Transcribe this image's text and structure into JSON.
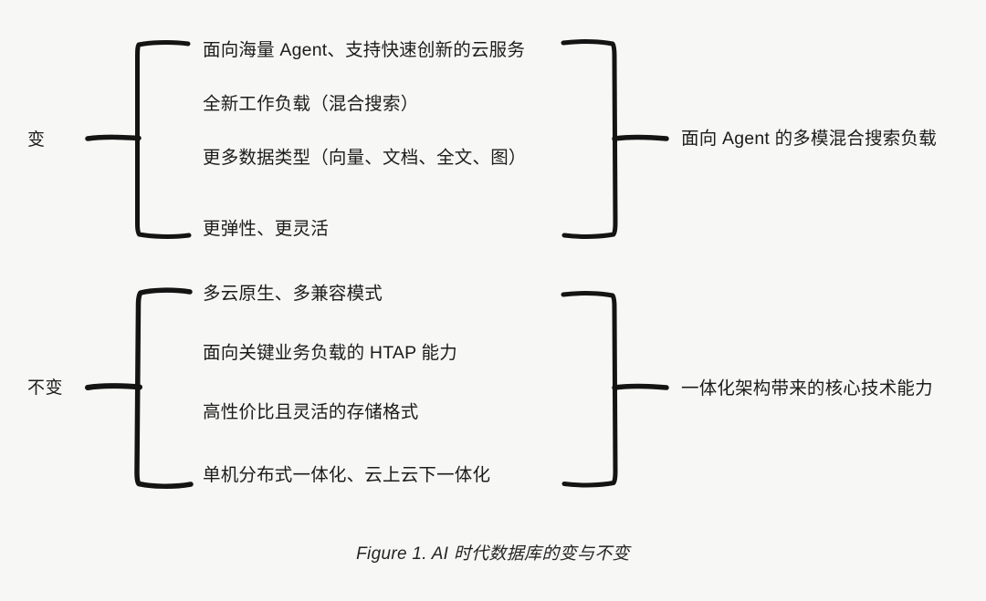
{
  "figure": {
    "caption": "Figure 1. AI 时代数据库的变与不变",
    "background_color": "#f7f7f5",
    "ink_color": "#141414"
  },
  "groups": [
    {
      "id": "changing",
      "label": "变",
      "items": [
        "面向海量 Agent、支持快速创新的云服务",
        "全新工作负载（混合搜索）",
        "更多数据类型（向量、文档、全文、图）",
        "更弹性、更灵活"
      ],
      "summary": "面向 Agent 的多模混合搜索负载"
    },
    {
      "id": "unchanging",
      "label": "不变",
      "items": [
        "多云原生、多兼容模式",
        "面向关键业务负载的 HTAP 能力",
        "高性价比且灵活的存储格式",
        "单机分布式一体化、云上云下一体化"
      ],
      "summary": "一体化架构带来的核心技术能力"
    }
  ]
}
